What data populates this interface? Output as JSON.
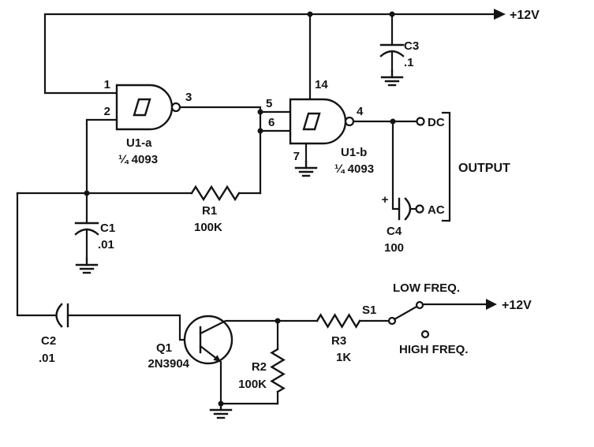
{
  "power": {
    "top_rail": "+12V",
    "switch_rail": "+12V"
  },
  "u1a": {
    "ref": "U1-a",
    "part": "¼ 4093",
    "pin1": "1",
    "pin2": "2",
    "pin3": "3"
  },
  "u1b": {
    "ref": "U1-b",
    "part": "¼ 4093",
    "pin5": "5",
    "pin6": "6",
    "pin4": "4",
    "pin14": "14",
    "pin7": "7"
  },
  "c1": {
    "ref": "C1",
    "value": ".01"
  },
  "c2": {
    "ref": "C2",
    "value": ".01"
  },
  "c3": {
    "ref": "C3",
    "value": ".1"
  },
  "c4": {
    "ref": "C4",
    "value": "100",
    "polarity": "+"
  },
  "r1": {
    "ref": "R1",
    "value": "100K"
  },
  "r2": {
    "ref": "R2",
    "value": "100K"
  },
  "r3": {
    "ref": "R3",
    "value": "1K"
  },
  "q1": {
    "ref": "Q1",
    "value": "2N3904"
  },
  "s1": {
    "ref": "S1",
    "low_label": "LOW FREQ.",
    "high_label": "HIGH FREQ."
  },
  "output": {
    "label": "OUTPUT",
    "dc": "DC",
    "ac": "AC"
  }
}
